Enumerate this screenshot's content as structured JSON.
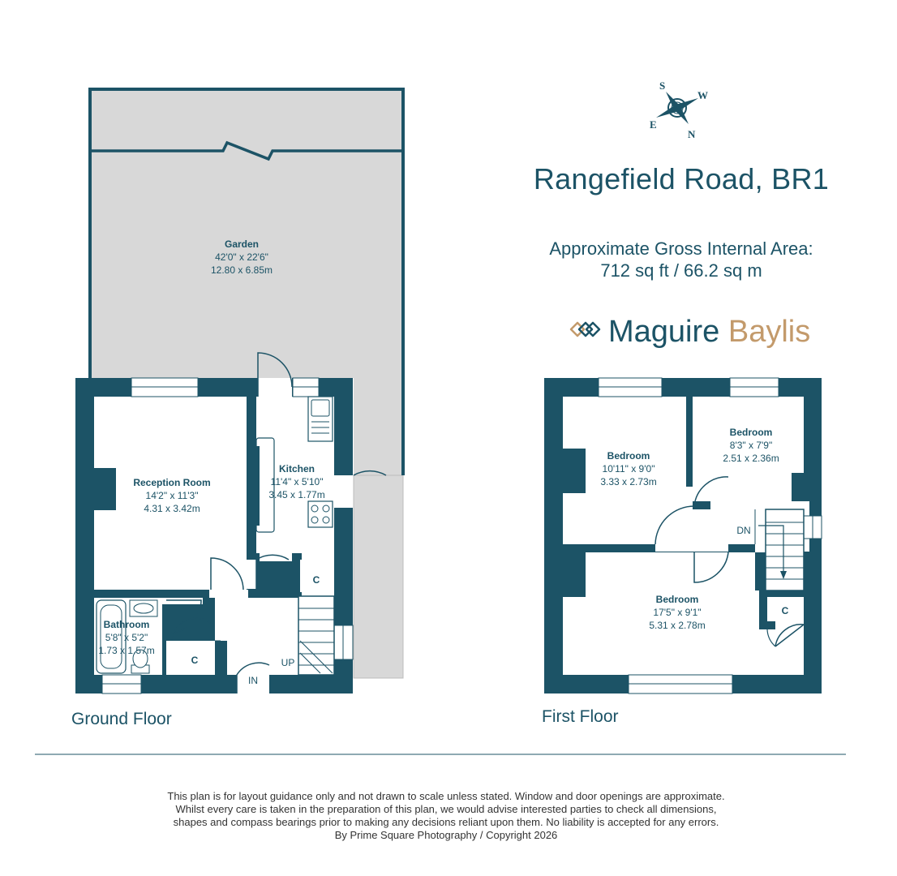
{
  "property": {
    "address": "Rangefield Road, BR1",
    "area_label": "Approximate Gross Internal Area:",
    "area_value": "712 sq ft / 66.2 sq m"
  },
  "brand": {
    "name_part1": "Maguire",
    "name_part2": "Baylis",
    "accent_color": "#c39a6b",
    "main_color": "#1c5366"
  },
  "compass": {
    "s": "S",
    "w": "W",
    "e": "E",
    "n": "N"
  },
  "floors": {
    "ground": "Ground Floor",
    "first": "First Floor"
  },
  "ground_floor": {
    "garden": {
      "name": "Garden",
      "dim_imperial": "42'0\" x 22'6\"",
      "dim_metric": "12.80 x 6.85m"
    },
    "reception": {
      "name": "Reception Room",
      "dim_imperial": "14'2\" x 11'3\"",
      "dim_metric": "4.31 x 3.42m"
    },
    "kitchen": {
      "name": "Kitchen",
      "dim_imperial": "11'4\" x 5'10\"",
      "dim_metric": "3.45 x 1.77m"
    },
    "bathroom": {
      "name": "Bathroom",
      "dim_imperial": "5'8\" x 5'2\"",
      "dim_metric": "1.73 x 1.57m"
    },
    "cupboard_1": "C",
    "cupboard_2": "C",
    "stairs_label": "UP",
    "entrance_label": "IN"
  },
  "first_floor": {
    "bedroom_1": {
      "name": "Bedroom",
      "dim_imperial": "10'11\" x 9'0\"",
      "dim_metric": "3.33 x 2.73m"
    },
    "bedroom_2": {
      "name": "Bedroom",
      "dim_imperial": "8'3\" x 7'9\"",
      "dim_metric": "2.51 x 2.36m"
    },
    "bedroom_3": {
      "name": "Bedroom",
      "dim_imperial": "17'5\" x 9'1\"",
      "dim_metric": "5.31 x 2.78m"
    },
    "stairs_label": "DN",
    "cupboard": "C"
  },
  "disclaimer": {
    "line1": "This plan is for layout guidance only and not drawn to scale unless stated. Window and door openings are approximate.",
    "line2": "Whilst every care is taken in the preparation of this plan, we would advise interested parties to check all dimensions,",
    "line3": "shapes and compass bearings prior to making any decisions reliant upon them. No liability is accepted for any errors.",
    "line4": "By Prime Square Photography / Copyright 2026"
  }
}
